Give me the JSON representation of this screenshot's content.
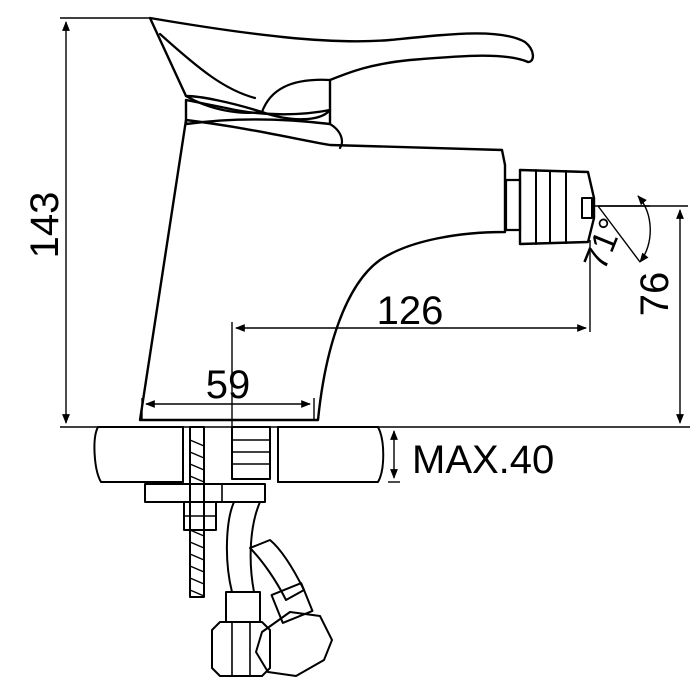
{
  "dimensions": {
    "overall_height": "143",
    "spout_height": "76",
    "spout_reach": "126",
    "base_width": "59",
    "max_counter_thickness": "MAX.40",
    "spout_angle": "71°"
  },
  "colors": {
    "line": "#000000",
    "background": "#ffffff"
  }
}
